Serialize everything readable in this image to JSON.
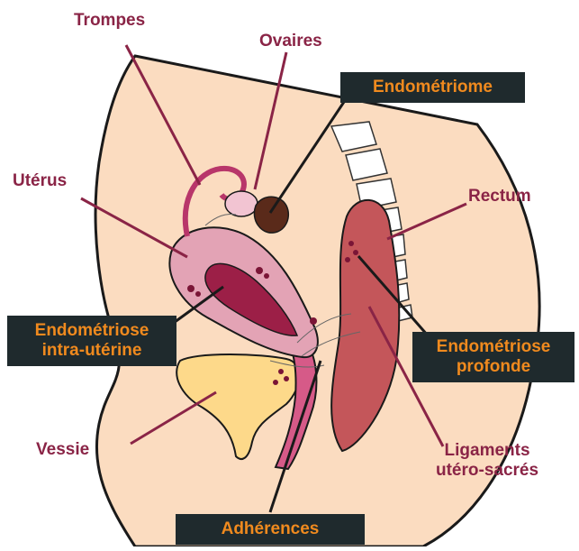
{
  "labels": {
    "trompes": "Trompes",
    "ovaires": "Ovaires",
    "uterus": "Utérus",
    "rectum": "Rectum",
    "vessie": "Vessie",
    "ligaments_line1": "Ligaments",
    "ligaments_line2": "utéro-sacrés"
  },
  "boxes": {
    "endometriome": "Endométriome",
    "intra_line1": "Endométriose",
    "intra_line2": "intra-utérine",
    "profonde_line1": "Endométriose",
    "profonde_line2": "profonde",
    "adherences": "Adhérences"
  },
  "colors": {
    "label_text": "#8a2446",
    "box_background": "#1f2a2d",
    "box_text": "#f08a1e",
    "skin": "#fbdcc0",
    "uterus": "#e3a3b5",
    "uterus_cavity": "#9c1f47",
    "rectum": "#c4565a",
    "bladder": "#fdd98a",
    "lesion": "#7a1536",
    "endometrioma": "#5a2a1a"
  }
}
